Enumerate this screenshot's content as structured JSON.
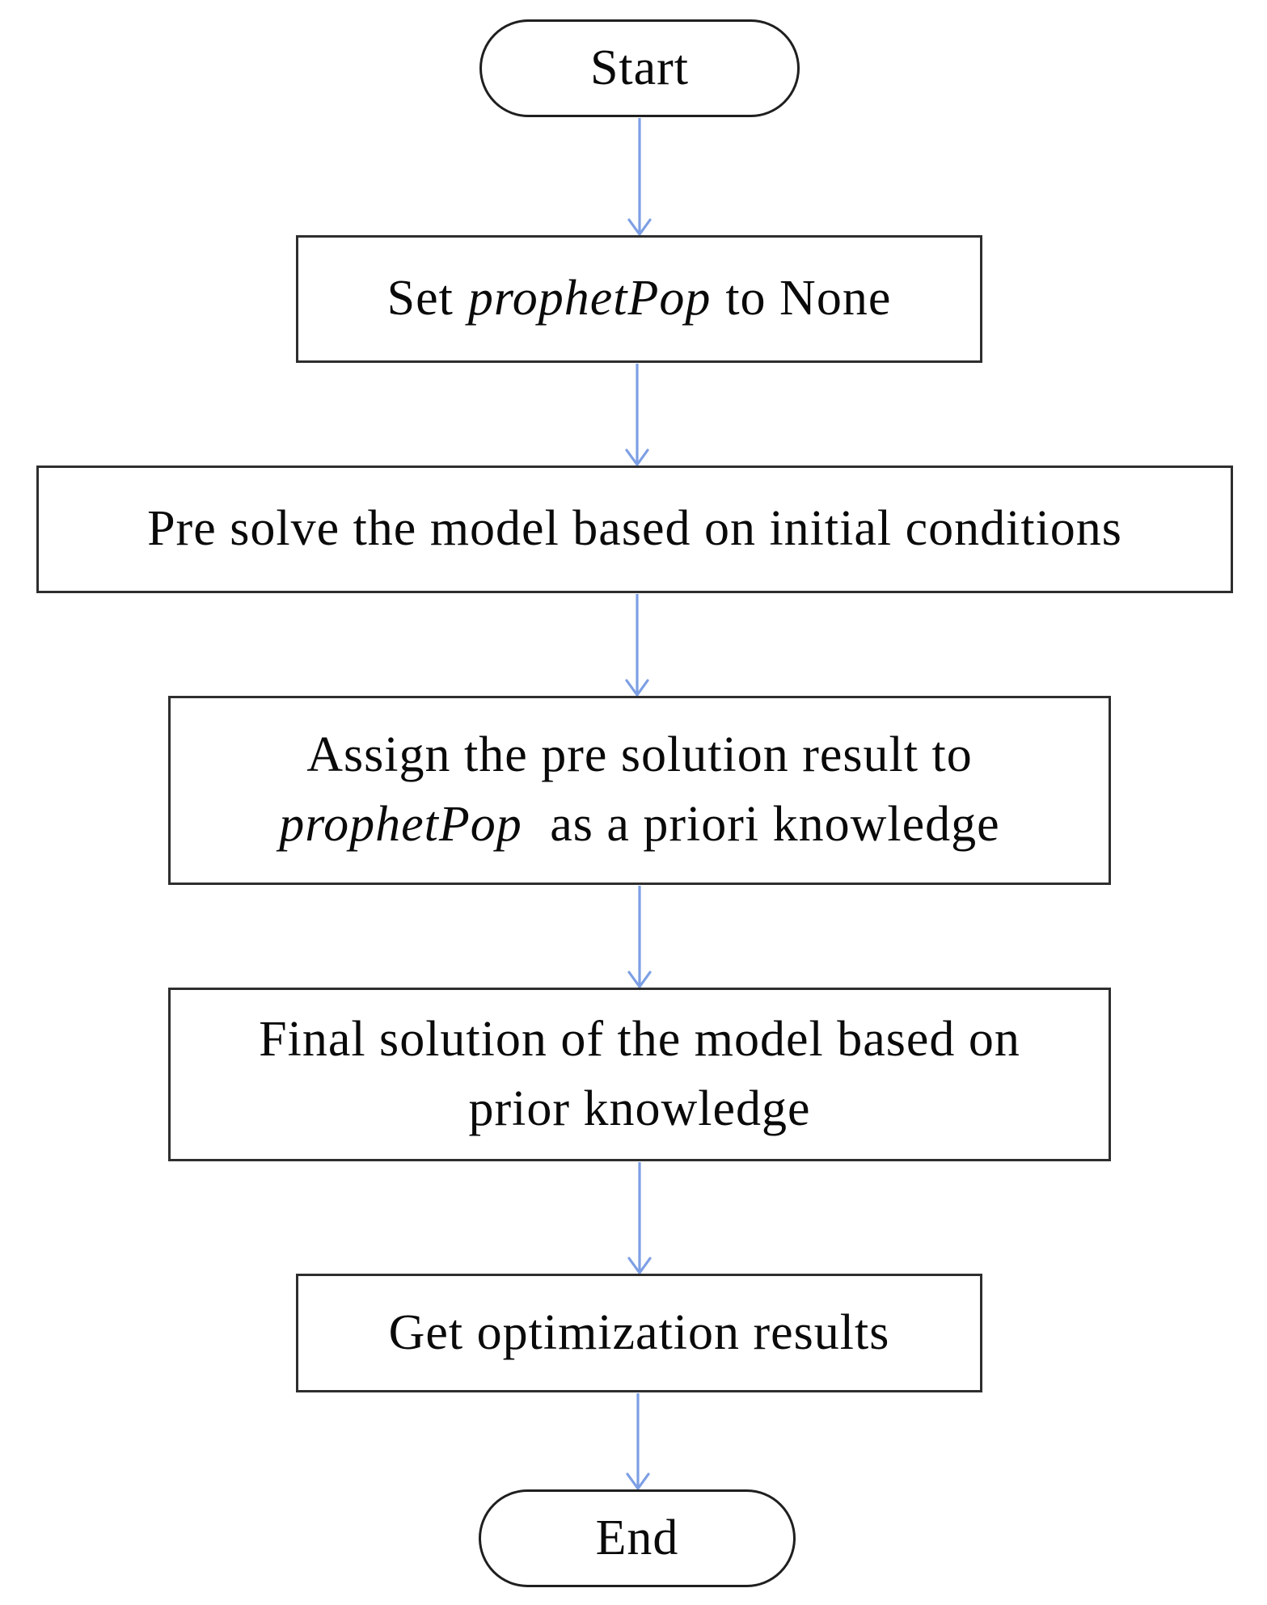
{
  "diagram": {
    "background_color": "#ffffff",
    "node_fill_color": "#ffffff",
    "node_border_color": "#2e2e2e",
    "text_color": "#0a0a0a",
    "arrow_color": "#7d9fe4",
    "nodes": [
      {
        "id": "start",
        "type": "terminator",
        "label": "Start"
      },
      {
        "id": "set-prophetpop",
        "type": "process",
        "pre": "Set",
        "var": "prophetPop",
        "post": "to None"
      },
      {
        "id": "pre-solve",
        "type": "process",
        "label": "Pre solve the model based on initial conditions"
      },
      {
        "id": "assign-prior",
        "type": "process",
        "line1": "Assign the pre solution result to",
        "var": "prophetPop",
        "line2": "as a priori knowledge"
      },
      {
        "id": "final-solution",
        "type": "process",
        "line1": "Final solution of the model based on",
        "line2": "prior knowledge"
      },
      {
        "id": "get-results",
        "type": "process",
        "label": "Get optimization results"
      },
      {
        "id": "end",
        "type": "terminator",
        "label": "End"
      }
    ],
    "edges": [
      {
        "from": "start",
        "to": "set-prophetpop"
      },
      {
        "from": "set-prophetpop",
        "to": "pre-solve"
      },
      {
        "from": "pre-solve",
        "to": "assign-prior"
      },
      {
        "from": "assign-prior",
        "to": "final-solution"
      },
      {
        "from": "final-solution",
        "to": "get-results"
      },
      {
        "from": "get-results",
        "to": "end"
      }
    ]
  }
}
